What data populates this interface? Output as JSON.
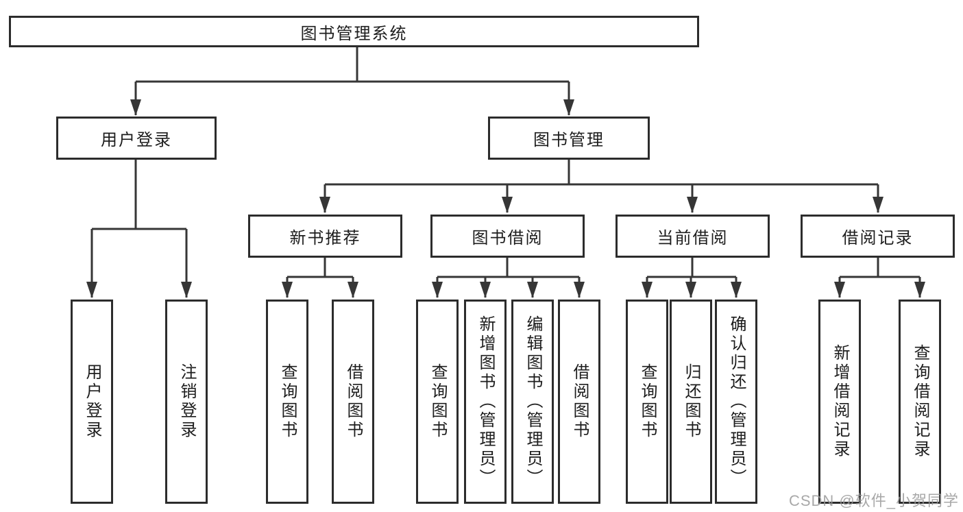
{
  "tree": {
    "root": "图书管理系统",
    "branches": [
      {
        "label": "用户登录",
        "leaves": [
          "用户登录",
          "注销登录"
        ]
      },
      {
        "label": "图书管理",
        "children": [
          {
            "label": "新书推荐",
            "leaves": [
              "查询图书",
              "借阅图书"
            ]
          },
          {
            "label": "图书借阅",
            "leaves": [
              "查询图书",
              "新增图书（管理员）",
              "编辑图书（管理员）",
              "借阅图书"
            ]
          },
          {
            "label": "当前借阅",
            "leaves": [
              "查询图书",
              "归还图书",
              "确认归还（管理员）"
            ]
          },
          {
            "label": "借阅记录",
            "leaves": [
              "新增借阅记录",
              "查询借阅记录"
            ]
          }
        ]
      }
    ]
  },
  "watermark": "CSDN @软件_小贺同学",
  "colors": {
    "line": "#363636",
    "box_border": "#2c2c2c",
    "text": "#1d1d1d",
    "watermark": "#999999",
    "background": "#ffffff"
  }
}
